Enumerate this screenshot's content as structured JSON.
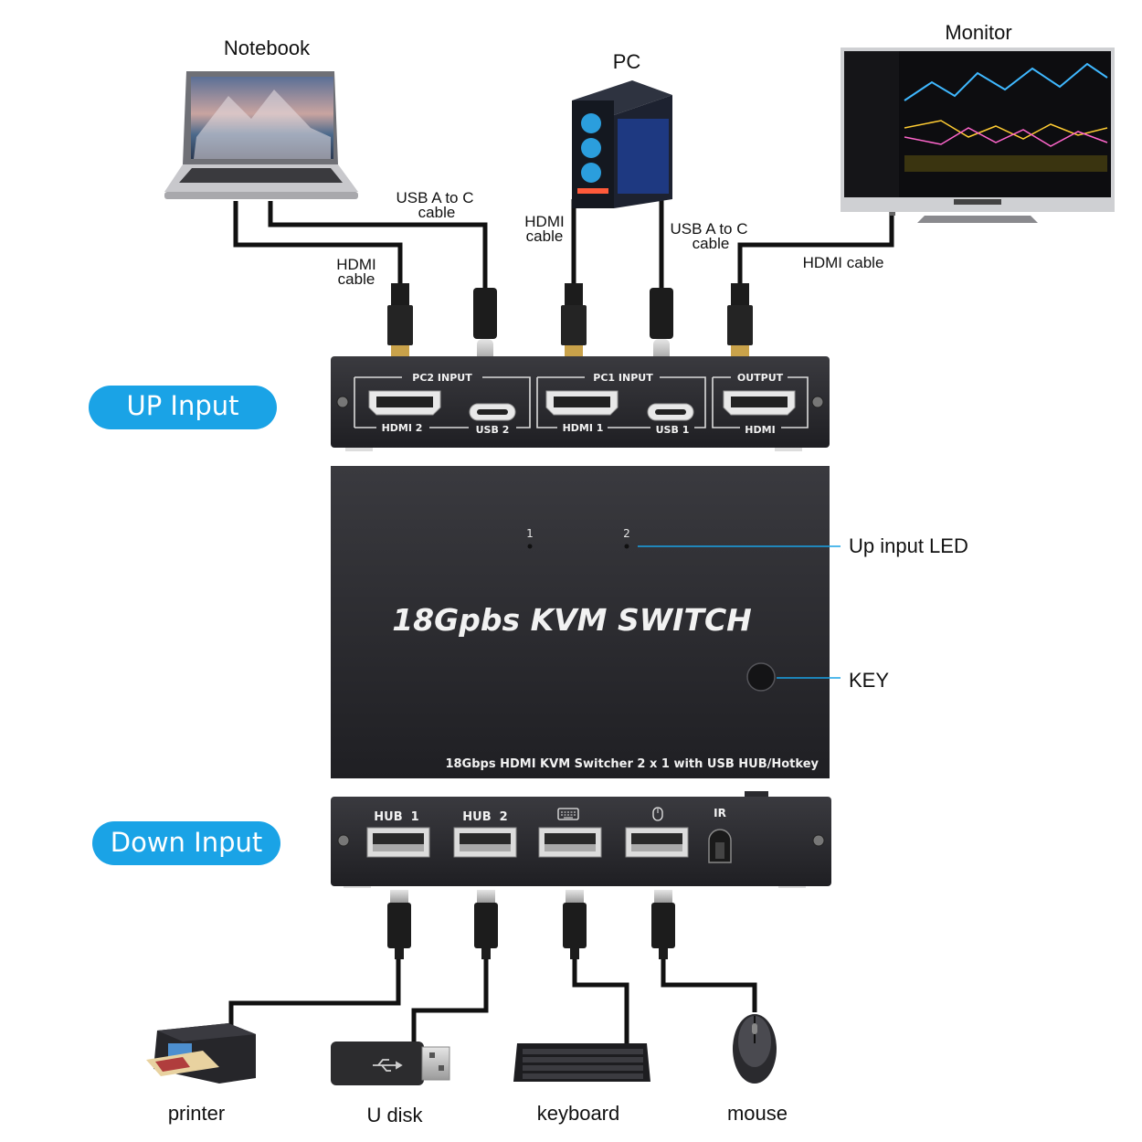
{
  "devices": {
    "notebook": "Notebook",
    "pc": "PC",
    "monitor": "Monitor",
    "printer": "printer",
    "udisk": "U disk",
    "keyboard": "keyboard",
    "mouse": "mouse"
  },
  "cables": {
    "notebook_usb_line1": "USB A to C",
    "notebook_usb_line2": "cable",
    "notebook_hdmi_line1": "HDMI",
    "notebook_hdmi_line2": "cable",
    "pc_hdmi_line1": "HDMI",
    "pc_hdmi_line2": "cable",
    "pc_usb_line1": "USB A to C",
    "pc_usb_line2": "cable",
    "monitor_hdmi": "HDMI cable"
  },
  "pills": {
    "up_input": "UP Input",
    "down_input": "Down Input"
  },
  "top_panel": {
    "pc2_input": "PC2 INPUT",
    "pc1_input": "PC1 INPUT",
    "output": "OUTPUT",
    "hdmi2": "HDMI 2",
    "usb2": "USB 2",
    "hdmi1": "HDMI 1",
    "usb1": "USB 1",
    "hdmi": "HDMI"
  },
  "switch_box": {
    "led1": "1",
    "led2": "2",
    "title": "18Gpbs KVM SWITCH",
    "subtitle": "18Gbps HDMI KVM Switcher 2 x 1 with USB HUB/Hotkey"
  },
  "callouts": {
    "up_input_led": "Up input LED",
    "key": "KEY"
  },
  "bottom_panel": {
    "hub1": "HUB  1",
    "hub2": "HUB  2",
    "ir": "IR"
  },
  "colors": {
    "pill_blue": "#1aa3e6",
    "callout_line": "#1aa3e6",
    "device_body": "#2c2c30",
    "cable": "#111111"
  },
  "icons": {
    "keyboard_port": "keyboard-icon",
    "mouse_port": "mouse-icon",
    "usb_udisk": "usb-icon"
  }
}
